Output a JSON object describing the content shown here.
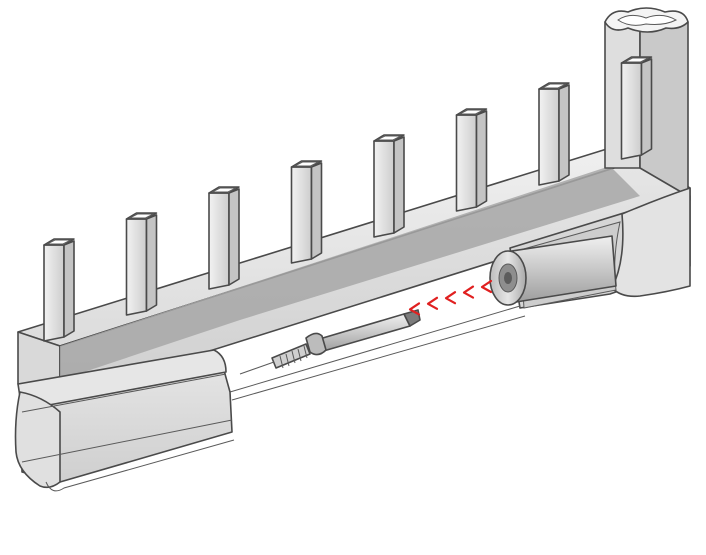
{
  "diagram": {
    "background_color": "#ffffff",
    "colors": {
      "profile_light": "#e9e9e9",
      "profile_mid": "#d4d4d4",
      "profile_dark": "#b9b9b9",
      "channel_shadow": "#a7a7a7",
      "outline": "#4a4a4a",
      "arrow_accent": "#e02020"
    },
    "posts": {
      "count": 8,
      "tall_post_icon": "square-tube-icon"
    },
    "flow_arrow_count": 5,
    "components": [
      "header-manifold",
      "vertical-posts",
      "rail-tube-left",
      "rail-tube-right",
      "threaded-rod",
      "insertion-tool",
      "round-disc"
    ]
  }
}
